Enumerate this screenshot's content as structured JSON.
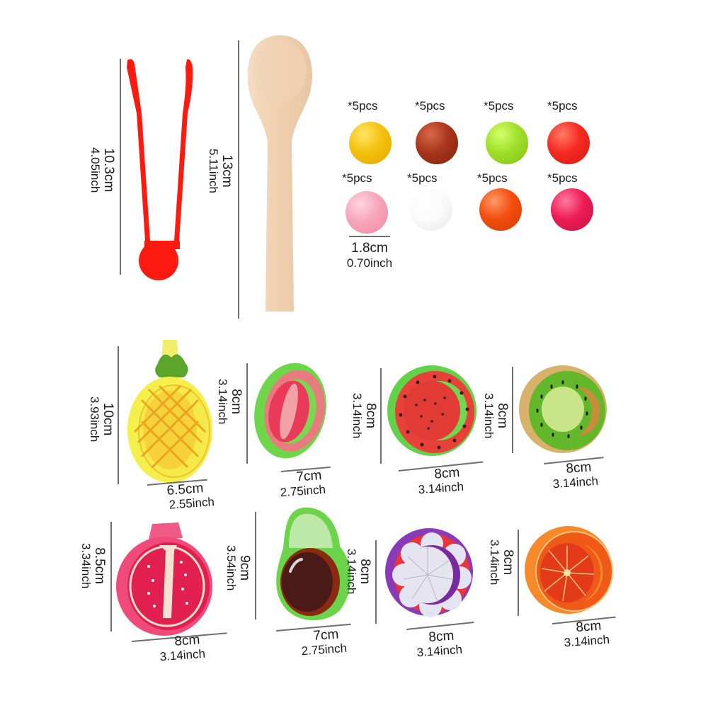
{
  "tongs": {
    "dimension": {
      "cm": "10.3cm",
      "inch": "4.05inch"
    },
    "color": "#ff1a0f"
  },
  "spoon": {
    "dimension": {
      "cm": "13cm",
      "inch": "5.11inch"
    },
    "color": "#f1d2b4"
  },
  "balls": {
    "items": [
      {
        "qty": "*5pcs",
        "color": "#f4c10a",
        "name": "yellow"
      },
      {
        "qty": "*5pcs",
        "color": "#a8351b",
        "name": "brown"
      },
      {
        "qty": "*5pcs",
        "color": "#9fdf2a",
        "name": "lime-green"
      },
      {
        "qty": "*5pcs",
        "color": "#f52a22",
        "name": "red"
      },
      {
        "qty": "*5pcs",
        "color": "#f7a5bb",
        "name": "pink"
      },
      {
        "qty": "*5pcs",
        "color": "#fafafa",
        "name": "white"
      },
      {
        "qty": "*5pcs",
        "color": "#f24d0e",
        "name": "orange"
      },
      {
        "qty": "*5pcs",
        "color": "#ee1c56",
        "name": "magenta"
      }
    ],
    "dimension": {
      "cm": "1.8cm",
      "inch": "0.70inch"
    }
  },
  "fruits": [
    {
      "name": "pineapple",
      "height": {
        "cm": "10cm",
        "inch": "3.93inch"
      },
      "depth": {
        "cm": "8cm",
        "inch": "3.14inch"
      },
      "width": {
        "cm": "6.5cm",
        "inch": "2.55inch"
      }
    },
    {
      "name": "guava",
      "height": {
        "cm": "8cm",
        "inch": "3.14inch"
      },
      "width": {
        "cm": "7cm",
        "inch": "2.75inch"
      }
    },
    {
      "name": "watermelon",
      "height": {
        "cm": "8cm",
        "inch": "3.14inch"
      },
      "width": {
        "cm": "8cm",
        "inch": "3.14inch"
      }
    },
    {
      "name": "kiwi",
      "height": {
        "cm": "8cm",
        "inch": "3.14inch"
      },
      "width": {
        "cm": "8cm",
        "inch": "3.14inch"
      }
    },
    {
      "name": "pomegranate",
      "height": {
        "cm": "8.5cm",
        "inch": "3.34inch"
      },
      "width": {
        "cm": "8cm",
        "inch": "3.14inch"
      }
    },
    {
      "name": "avocado",
      "height": {
        "cm": "9cm",
        "inch": "3.54inch"
      },
      "depth": {
        "cm": "8cm",
        "inch": "3.14inch"
      },
      "width": {
        "cm": "7cm",
        "inch": "2.75inch"
      }
    },
    {
      "name": "mangosteen",
      "width": {
        "cm": "8cm",
        "inch": "3.14inch"
      }
    },
    {
      "name": "orange",
      "height": {
        "cm": "8cm",
        "inch": "3.14inch"
      },
      "width": {
        "cm": "8cm",
        "inch": "3.14inch"
      }
    }
  ]
}
